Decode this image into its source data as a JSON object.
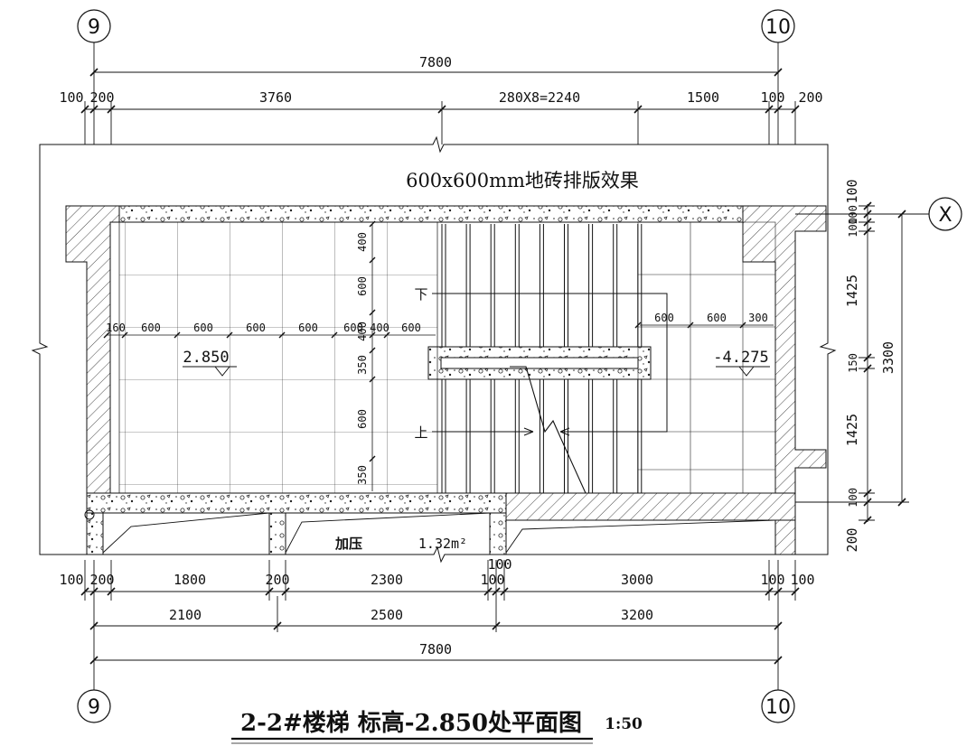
{
  "axes": {
    "left_top": "9",
    "right_top": "10",
    "left_bottom": "9",
    "right_bottom": "10",
    "right_side": "X"
  },
  "note": "600x600mm地砖排版效果",
  "dims_top": {
    "overall": "7800",
    "d100_l": "100",
    "d200_l": "200",
    "d3760": "3760",
    "d_steps": "280X8=2240",
    "d1500": "1500",
    "d100_r": "100",
    "d200_r": "200"
  },
  "dims_right": {
    "r100a": "100",
    "r100b": "100",
    "r100c": "100",
    "r1425a": "1425",
    "r150": "150",
    "r1425b": "1425",
    "r100d": "100",
    "r200": "200",
    "r_total": "3300"
  },
  "dims_bottom": {
    "b100_l": "100",
    "b200_l": "200",
    "b1800": "1800",
    "b200_m": "200",
    "b2300": "2300",
    "b100_m": "100",
    "b100_m2": "100",
    "b3000": "3000",
    "b100_r": "100",
    "b100_r2": "100",
    "s2100": "2100",
    "s2500": "2500",
    "s3200": "3200",
    "overall": "7800"
  },
  "tile_dims_h": [
    "160",
    "600",
    "600",
    "600",
    "600",
    "600",
    "400",
    "600"
  ],
  "tile_dims_h_right": [
    "600",
    "600",
    "300"
  ],
  "tile_dims_v": [
    "400",
    "600",
    "400",
    "350",
    "600",
    "350"
  ],
  "levels": {
    "left": "2.850",
    "right": "-4.275"
  },
  "stair": {
    "down_label": "下",
    "up_label": "上"
  },
  "room": {
    "label": "加压",
    "area": "1.32m²"
  },
  "title": {
    "main": "2-2#楼梯 标高-2.850处平面图",
    "scale": "1:50"
  }
}
